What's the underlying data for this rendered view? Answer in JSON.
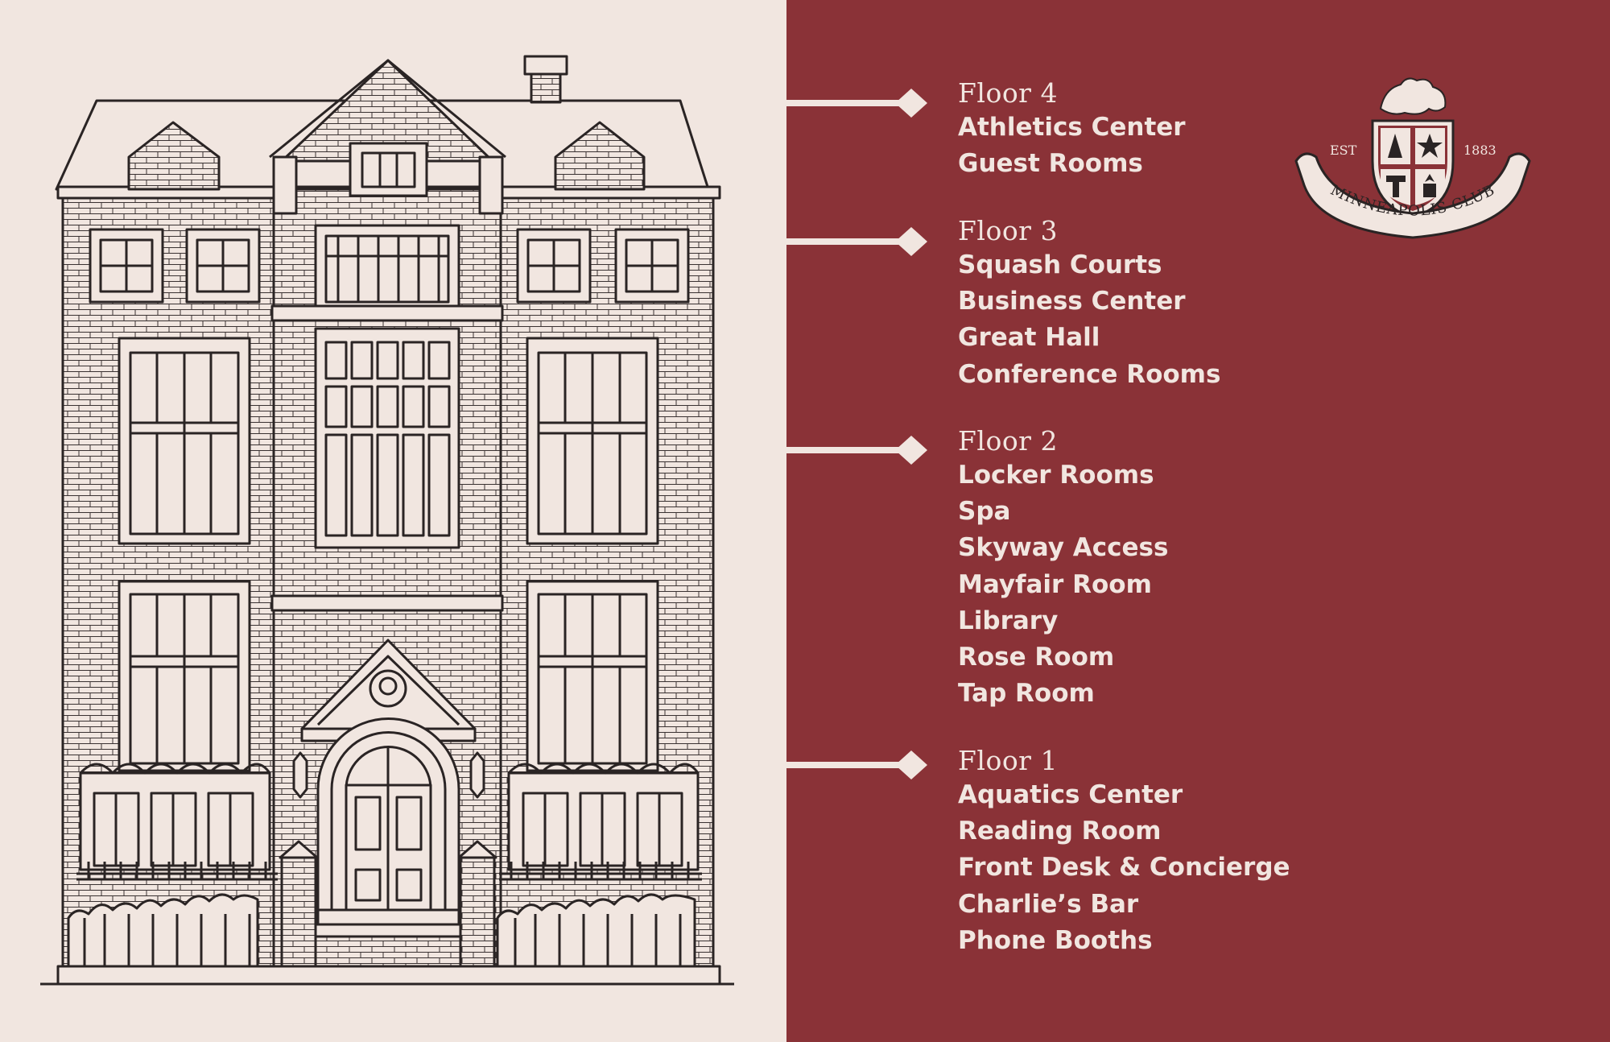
{
  "colors": {
    "background": "#f1e6e0",
    "panel": "#8a3237",
    "text_light": "#f1e6e0",
    "line_dark": "#2a2424"
  },
  "crest": {
    "est": "EST",
    "year": "1883",
    "name": "MINNEAPOLIS CLUB",
    "icons": [
      "pine-tree-icon",
      "star-icon",
      "t-letter-icon",
      "wheat-sheaf-icon",
      "lion-icon"
    ]
  },
  "floors": [
    {
      "heading": "Floor 4",
      "items": [
        "Athletics Center",
        "Guest Rooms"
      ]
    },
    {
      "heading": "Floor 3",
      "items": [
        "Squash Courts",
        "Business Center",
        "Great Hall",
        "Conference Rooms"
      ]
    },
    {
      "heading": "Floor 2",
      "items": [
        "Locker Rooms",
        "Spa",
        "Skyway Access",
        "Mayfair Room",
        "Library",
        "Rose Room",
        "Tap Room"
      ]
    },
    {
      "heading": "Floor 1",
      "items": [
        "Aquatics Center",
        "Reading Room",
        "Front Desk & Concierge",
        "Charlie’s Bar",
        "Phone Booths"
      ]
    }
  ]
}
